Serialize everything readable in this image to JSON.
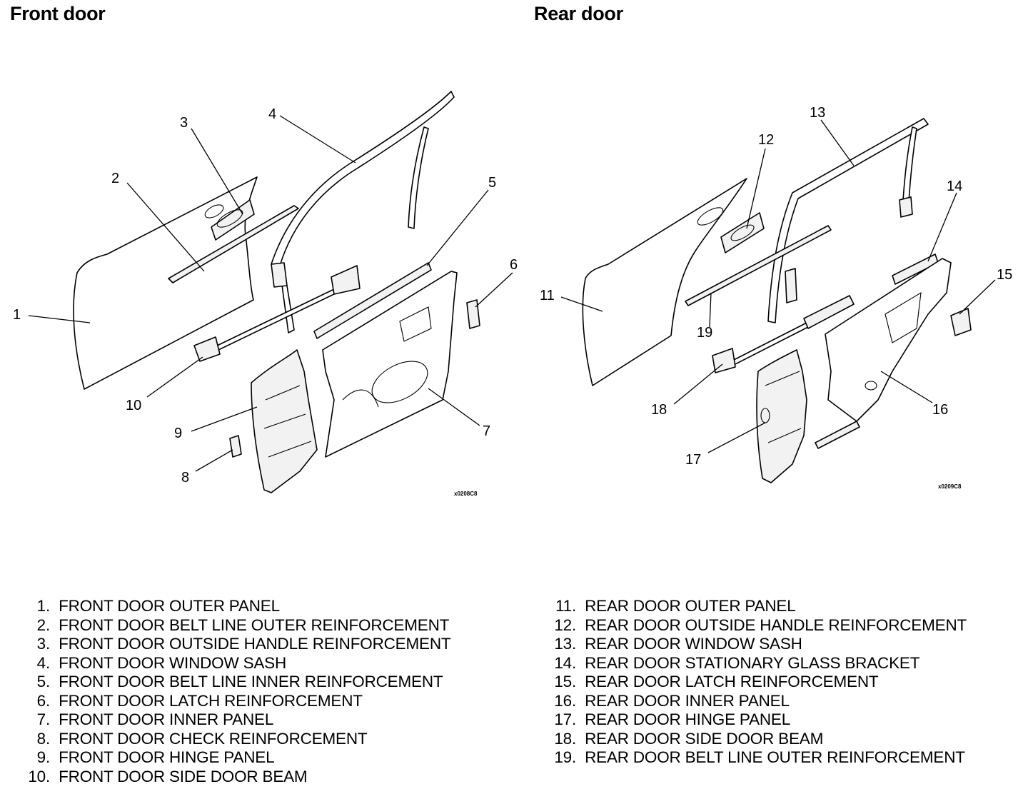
{
  "headings": {
    "front": "Front door",
    "rear": "Rear door"
  },
  "figure_codes": {
    "front": "x0208C8",
    "rear": "x0209C8"
  },
  "front_parts": [
    {
      "num": "1.",
      "label": "FRONT DOOR OUTER PANEL"
    },
    {
      "num": "2.",
      "label": "FRONT DOOR BELT LINE OUTER REINFORCEMENT"
    },
    {
      "num": "3.",
      "label": "FRONT DOOR OUTSIDE HANDLE REINFORCEMENT"
    },
    {
      "num": "4.",
      "label": "FRONT DOOR WINDOW SASH"
    },
    {
      "num": "5.",
      "label": "FRONT DOOR BELT LINE INNER REINFORCEMENT"
    },
    {
      "num": "6.",
      "label": "FRONT DOOR LATCH REINFORCEMENT"
    },
    {
      "num": "7.",
      "label": "FRONT DOOR INNER PANEL"
    },
    {
      "num": "8.",
      "label": "FRONT DOOR CHECK REINFORCEMENT"
    },
    {
      "num": "9.",
      "label": "FRONT DOOR HINGE PANEL"
    },
    {
      "num": "10.",
      "label": "FRONT DOOR SIDE DOOR BEAM"
    }
  ],
  "rear_parts": [
    {
      "num": "11.",
      "label": "REAR DOOR OUTER PANEL"
    },
    {
      "num": "12.",
      "label": "REAR DOOR OUTSIDE HANDLE REINFORCEMENT"
    },
    {
      "num": "13.",
      "label": "REAR DOOR WINDOW SASH"
    },
    {
      "num": "14.",
      "label": "REAR DOOR STATIONARY GLASS BRACKET"
    },
    {
      "num": "15.",
      "label": "REAR DOOR LATCH REINFORCEMENT"
    },
    {
      "num": "16.",
      "label": "REAR DOOR INNER PANEL"
    },
    {
      "num": "17.",
      "label": "REAR DOOR HINGE PANEL"
    },
    {
      "num": "18.",
      "label": "REAR DOOR SIDE DOOR BEAM"
    },
    {
      "num": "19.",
      "label": "REAR DOOR BELT LINE OUTER REINFORCEMENT"
    }
  ],
  "callouts": {
    "c1": "1",
    "c2": "2",
    "c3": "3",
    "c4": "4",
    "c5": "5",
    "c6": "6",
    "c7": "7",
    "c8": "8",
    "c9": "9",
    "c10": "10",
    "c11": "11",
    "c12": "12",
    "c13": "13",
    "c14": "14",
    "c15": "15",
    "c16": "16",
    "c17": "17",
    "c18": "18",
    "c19": "19"
  }
}
